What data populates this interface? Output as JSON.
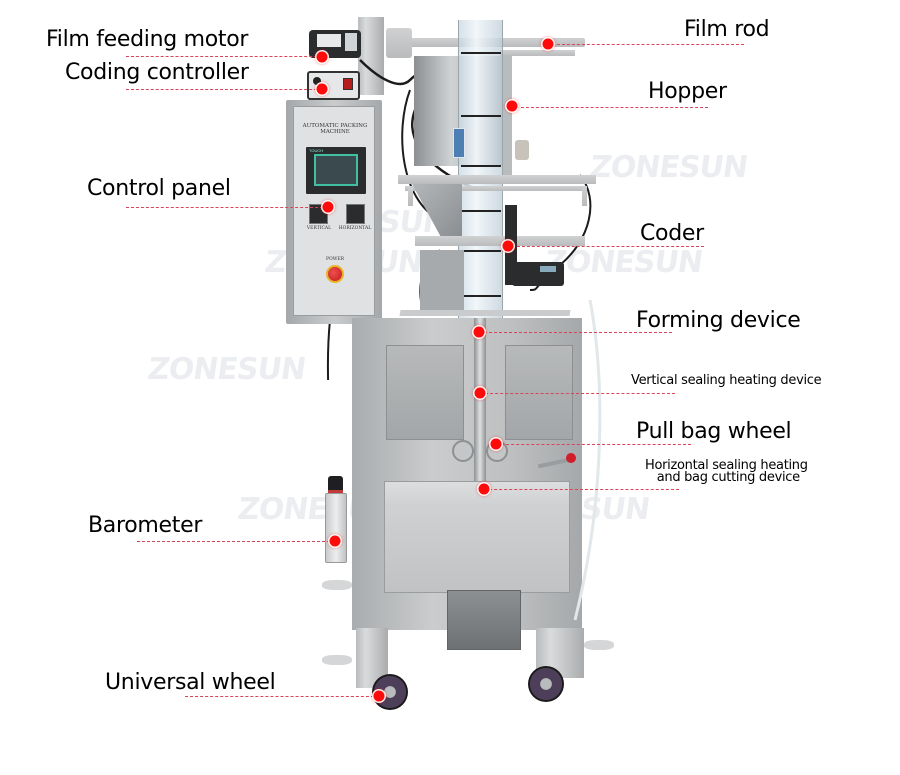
{
  "diagram": {
    "subject": "Automatic packing machine with labeled components",
    "watermark_text": "ZONESUN",
    "panel_title": "AUTOMATIC PACKING MACHINE",
    "panel_screen_label": "TOUCH",
    "panel_gauge_labels": [
      "VERTICAL",
      "HORIZONTAL"
    ],
    "panel_power_label": "POWER",
    "leader_color": "#d8455a",
    "marker_color": "#ff0a0a",
    "labels": [
      {
        "id": "film-feeding-motor",
        "text": "Film feeding motor"
      },
      {
        "id": "coding-controller",
        "text": "Coding controller"
      },
      {
        "id": "control-panel",
        "text": "Control panel"
      },
      {
        "id": "barometer",
        "text": "Barometer"
      },
      {
        "id": "universal-wheel",
        "text": "Universal wheel"
      },
      {
        "id": "film-rod",
        "text": "Film rod"
      },
      {
        "id": "hopper",
        "text": "Hopper"
      },
      {
        "id": "coder",
        "text": "Coder"
      },
      {
        "id": "forming-device",
        "text": "Forming device"
      },
      {
        "id": "vertical-sealing",
        "text": "Vertical sealing heating device"
      },
      {
        "id": "pull-bag-wheel",
        "text": "Pull bag wheel"
      },
      {
        "id": "horizontal-sealing",
        "text": "Horizontal sealing heating\n and bag cutting device"
      }
    ]
  }
}
